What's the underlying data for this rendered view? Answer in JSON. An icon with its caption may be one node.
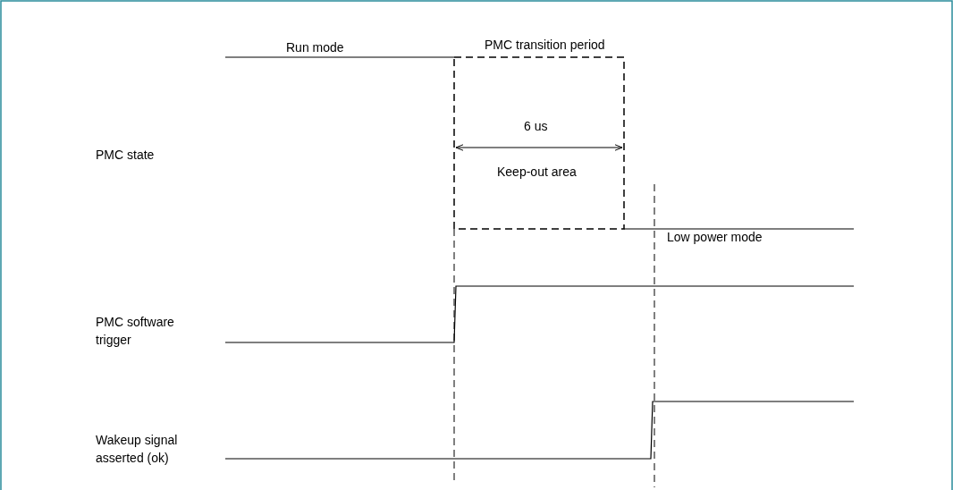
{
  "diagram": {
    "labels": [
      "Run mode",
      "PMC transition period",
      "6 us",
      "PMC state",
      "Keep-out area",
      "Low power mode",
      "PMC software trigger",
      "Wakeup signal asserted (ok)"
    ]
  }
}
